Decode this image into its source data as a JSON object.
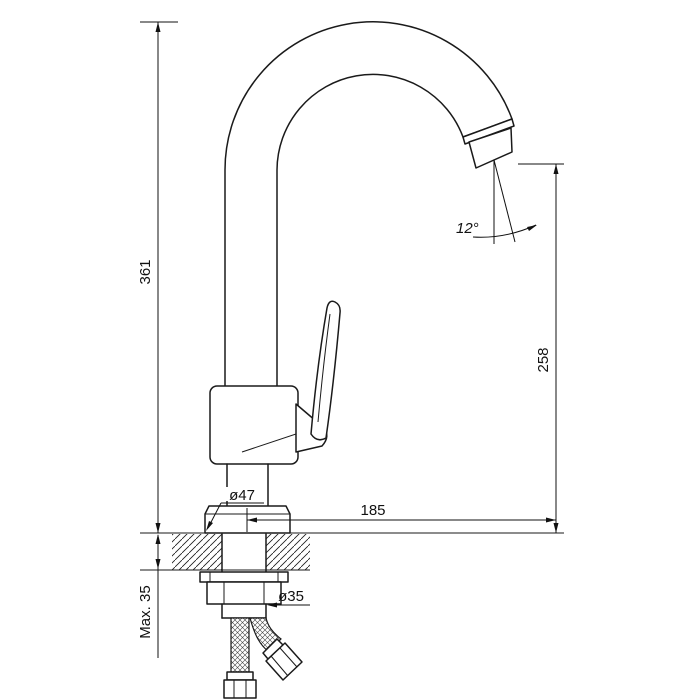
{
  "drawing": {
    "background_color": "#ffffff",
    "line_color": "#1a1a1a",
    "labels": {
      "overall_height": "361",
      "outlet_height": "258",
      "spout_reach": "185",
      "spout_angle": "12°",
      "base_diameter": "ø47",
      "shank_diameter": "ø35",
      "max_mount_thickness": "Max. 35"
    }
  }
}
